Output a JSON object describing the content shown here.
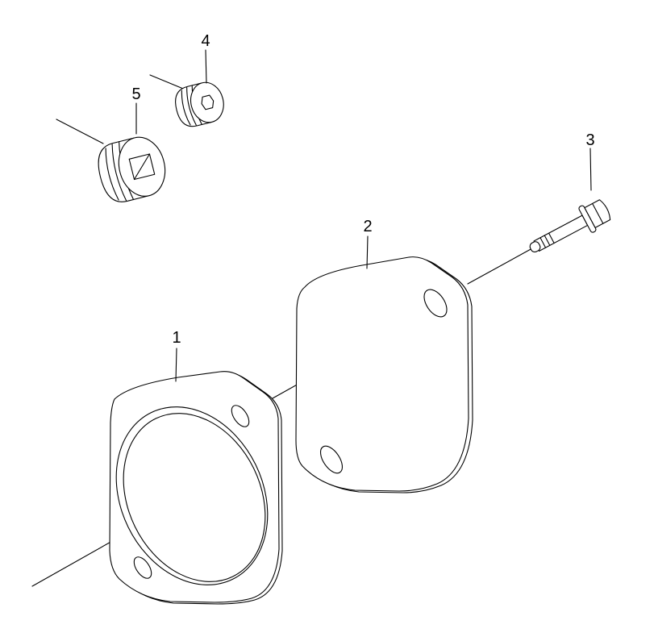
{
  "callouts": {
    "c1": "1",
    "c2": "2",
    "c3": "3",
    "c4": "4",
    "c5": "5"
  },
  "colors": {
    "line": "#000000",
    "background": "#ffffff"
  }
}
